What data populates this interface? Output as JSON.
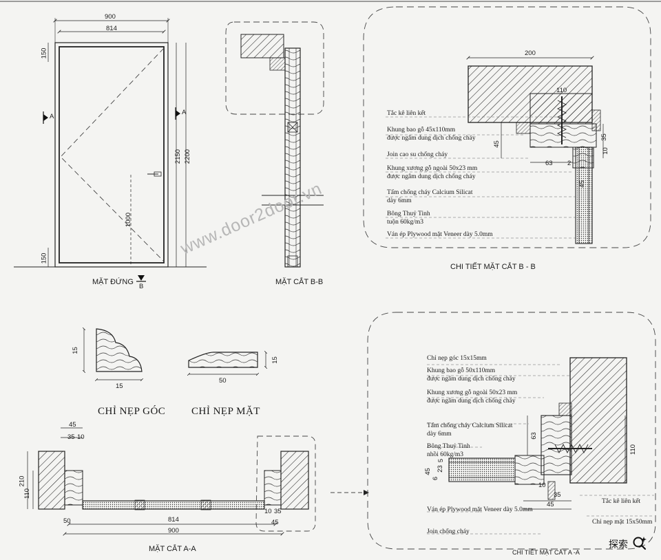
{
  "watermark": "www.door2door.vn",
  "elevation": {
    "title": "MẶT ĐỨNG",
    "marker_b": "B",
    "marker_a_left": "A",
    "marker_a_right": "A",
    "dims": {
      "w900": "900",
      "w814": "814",
      "h150_top": "150",
      "h2150": "2150",
      "h2200": "2200",
      "h1000": "1000",
      "h150_bot": "150"
    }
  },
  "section_bb_small": {
    "title": "MẶT CẮT B-B"
  },
  "detail_bb": {
    "title": "CHI TIẾT MẶT CẮT B - B",
    "notes": [
      "Tắc kê liên kết",
      "Khung bao gỗ 45x110mm",
      "được ngâm dung dịch chống cháy",
      "Join cao su chống cháy",
      "Khung xương gỗ ngoài 50x23 mm",
      "được ngâm dung dịch chống cháy",
      "Tấm chống cháy Calcium Silicat",
      "dày 6mm",
      "Bông Thuỷ Tinh",
      "tuộn 60kg/m3",
      "Ván ép Plywood mặt Veneer dày 5.0mm"
    ],
    "dims": {
      "d200": "200",
      "d110": "110",
      "d45": "45",
      "d63": "63",
      "d35": "35",
      "d10": "10",
      "d2": "2",
      "d45b": "45"
    }
  },
  "profiles": {
    "corner_title": "CHỈ NẸP GÓC",
    "face_title": "CHỈ NẸP MẶT",
    "corner_dims": {
      "h": "15",
      "w": "15"
    },
    "face_dims": {
      "h": "15",
      "w": "50"
    }
  },
  "section_aa": {
    "title": "MẶT CẮT A-A",
    "dims": {
      "d45": "45",
      "d35": "35",
      "d10": "10",
      "d210": "210",
      "d110": "110",
      "d814": "814",
      "d900": "900",
      "d50": "50",
      "d10b": "10",
      "d35b": "35",
      "d45b": "45"
    }
  },
  "detail_aa": {
    "title": "CHI TIẾT MẶT CẮT A -A",
    "notes": [
      "Chỉ nẹp góc 15x15mm",
      "Khung bao gỗ 50x110mm",
      "được ngâm dung dịch chống cháy",
      "Khung xương gỗ ngoài 50x23 mm",
      "được ngâm dung dịch chống cháy",
      "Tấm chống cháy Calcium Silicat",
      "dày 6mm",
      "Bông Thuỷ Tinh",
      "nhồi 60kg/m3",
      "Ván ép Plywood mặt Veneer dày 5.0mm",
      "Join chống cháy",
      "Tắc kê liên kết",
      "Chỉ nẹp mặt 15x50mm"
    ],
    "dims": {
      "d63": "63",
      "d110": "110",
      "d45": "45",
      "d6": "6",
      "d23": "23",
      "d5": "5",
      "d10": "10",
      "d35": "35",
      "d45b": "45"
    }
  },
  "search": {
    "label": "探索"
  }
}
